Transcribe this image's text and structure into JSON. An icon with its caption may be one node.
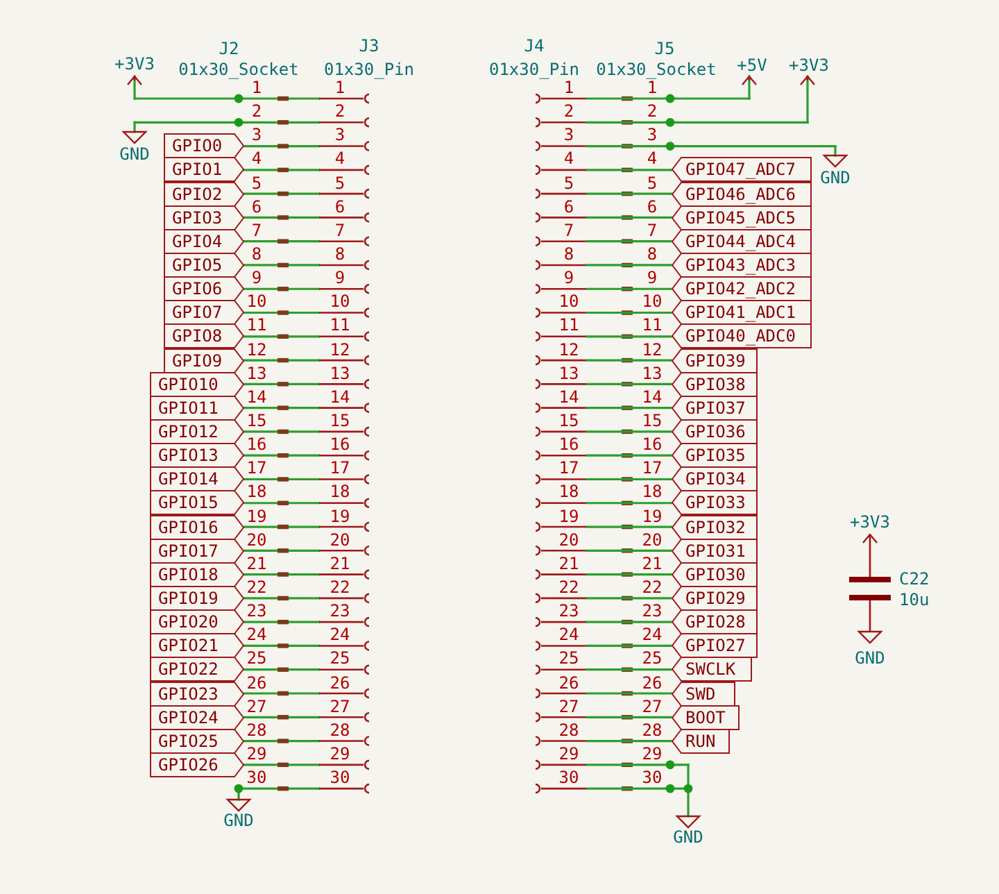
{
  "diagram": {
    "labels": [
      "J2",
      "J3",
      "J4",
      "J5",
      "+3V3",
      "01x30_Socket",
      "01x30_Pin",
      "01x30_Pin",
      "01x30_Socket",
      "+5V",
      "+3V3",
      "1",
      "1",
      "1",
      "1",
      "2",
      "2",
      "2",
      "2",
      "3",
      "3",
      "3",
      "3",
      "4",
      "4",
      "4",
      "4",
      "5",
      "5",
      "5",
      "5",
      "6",
      "6",
      "6",
      "6",
      "7",
      "7",
      "7",
      "7",
      "8",
      "8",
      "8",
      "8",
      "9",
      "9",
      "9",
      "9",
      "10",
      "10",
      "10",
      "10",
      "11",
      "11",
      "11",
      "11",
      "12",
      "12",
      "12",
      "12",
      "13",
      "13",
      "13",
      "13",
      "14",
      "14",
      "14",
      "14",
      "15",
      "15",
      "15",
      "15",
      "16",
      "16",
      "16",
      "16",
      "17",
      "17",
      "17",
      "17",
      "18",
      "18",
      "18",
      "18",
      "19",
      "19",
      "19",
      "19",
      "20",
      "20",
      "20",
      "20",
      "21",
      "21",
      "21",
      "21",
      "22",
      "22",
      "22",
      "22",
      "23",
      "23",
      "23",
      "23",
      "24",
      "24",
      "24",
      "24",
      "25",
      "25",
      "25",
      "25",
      "26",
      "26",
      "26",
      "26",
      "27",
      "27",
      "27",
      "27",
      "28",
      "28",
      "28",
      "28",
      "29",
      "29",
      "29",
      "29",
      "30",
      "30",
      "30",
      "30",
      "GPIO0",
      "GPIO1",
      "GPIO2",
      "GPIO3",
      "GPIO4",
      "GPIO5",
      "GPIO6",
      "GPIO7",
      "GPIO8",
      "GPIO9",
      "GPIO10",
      "GPIO11",
      "GPIO12",
      "GPIO13",
      "GPIO14",
      "GPIO15",
      "GPIO16",
      "GPIO17",
      "GPIO18",
      "GPIO19",
      "GPIO20",
      "GPIO21",
      "GPIO22",
      "GPIO23",
      "GPIO24",
      "GPIO25",
      "GPIO26",
      "GPIO47_ADC7",
      "GPIO46_ADC6",
      "GPIO45_ADC5",
      "GPIO44_ADC4",
      "GPIO43_ADC3",
      "GPIO42_ADC2",
      "GPIO41_ADC1",
      "GPIO40_ADC0",
      "GPIO39",
      "GPIO38",
      "GPIO37",
      "GPIO36",
      "GPIO35",
      "GPIO34",
      "GPIO33",
      "GPIO32",
      "GPIO31",
      "GPIO30",
      "GPIO29",
      "GPIO28",
      "GPIO27",
      "SWCLK",
      "SWD",
      "BOOT",
      "RUN",
      "GND",
      "GND",
      "GND",
      "GND",
      "+3V3",
      "C22",
      "10u",
      "GND"
    ]
  }
}
